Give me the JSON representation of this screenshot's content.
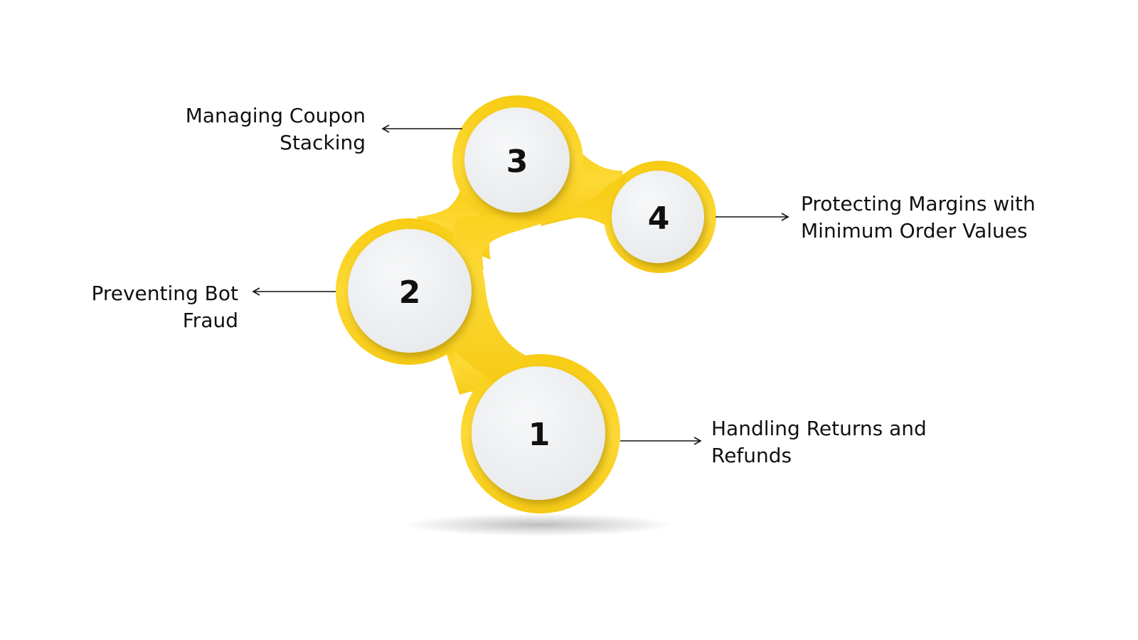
{
  "diagram": {
    "colors": {
      "yellow_light": "#FFE14A",
      "yellow_mid": "#FCD52A",
      "yellow_dark": "#E9BC06",
      "circle_fill": "#F1F3F4",
      "text": "#111111",
      "arrow": "#111111"
    },
    "steps": [
      {
        "number": "1",
        "label": "Handling Returns and\nRefunds",
        "arrow_direction": "right"
      },
      {
        "number": "2",
        "label": "Preventing Bot\nFraud",
        "arrow_direction": "left"
      },
      {
        "number": "3",
        "label": "Managing Coupon\nStacking",
        "arrow_direction": "left"
      },
      {
        "number": "4",
        "label": "Protecting Margins with\nMinimum Order Values",
        "arrow_direction": "right"
      }
    ]
  }
}
